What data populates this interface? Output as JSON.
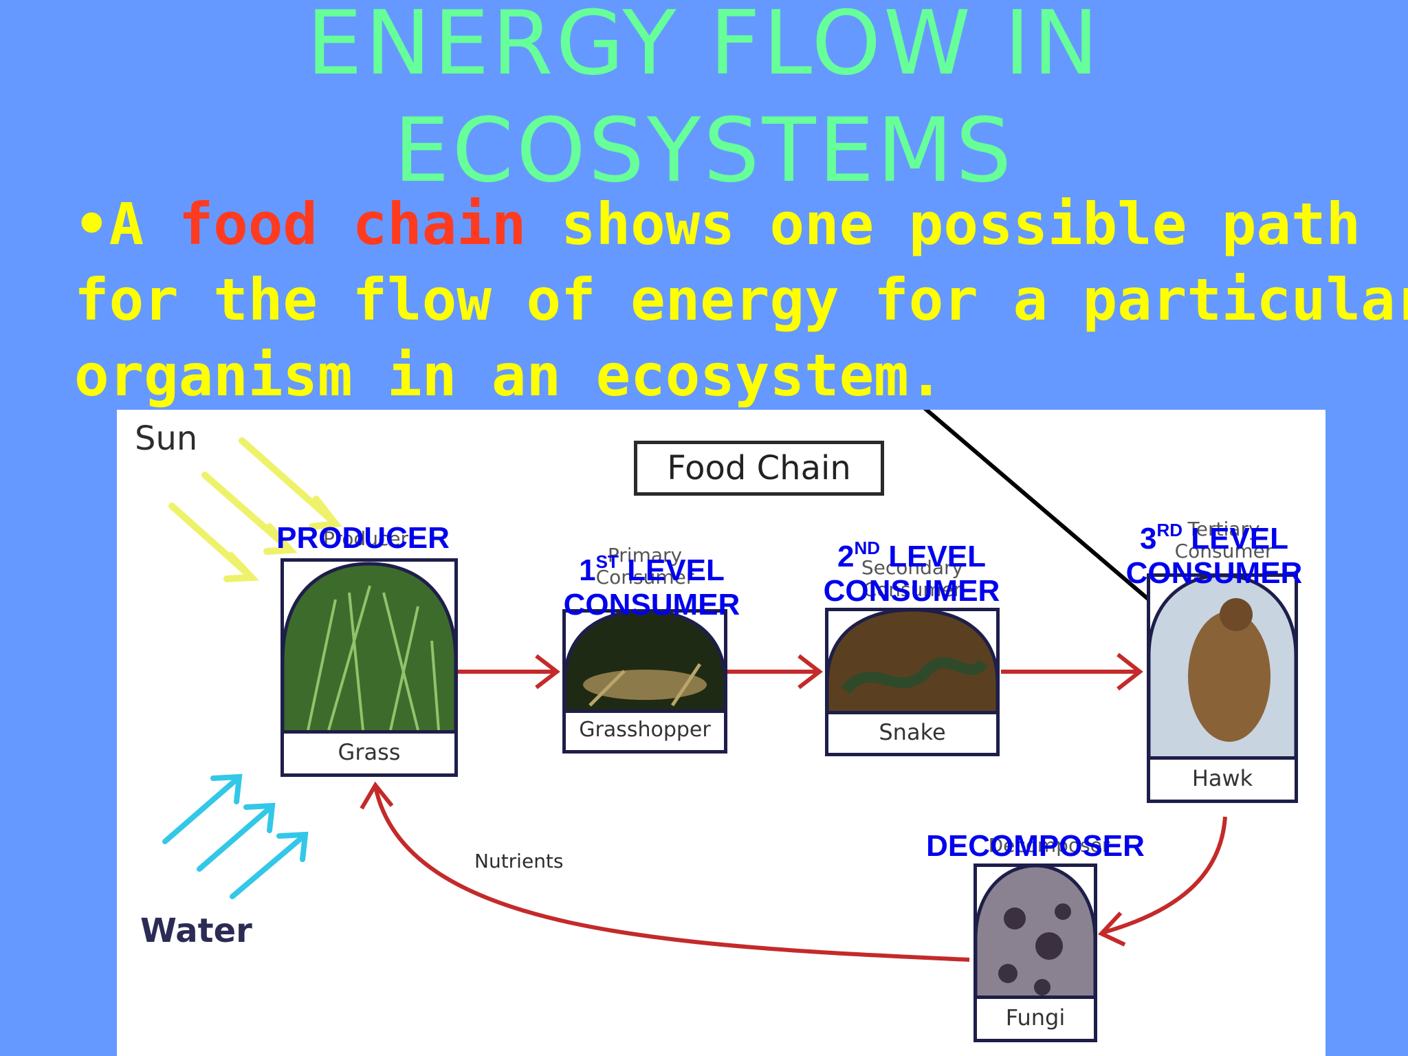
{
  "title": {
    "line1": "ENERGY FLOW IN",
    "line2": "ECOSYSTEMS"
  },
  "body": {
    "bullet": "•A ",
    "highlight": "food chain",
    "line1_rest": " shows one possible path",
    "line2": "for the flow of energy for a particular",
    "line3": "organism in an ecosystem."
  },
  "diagram": {
    "heading": "Food Chain",
    "sun_label": "Sun",
    "water_label": "Water",
    "nutrients_label": "Nutrients",
    "organisms": {
      "grass": {
        "caption": "Grass",
        "original_label": "Producer",
        "overlay": "PRODUCER"
      },
      "grasshopper": {
        "caption": "Grasshopper",
        "original_label_1": "Primary",
        "original_label_2": "Consumer",
        "overlay_num": "1",
        "overlay_sup": "ST",
        "overlay_rest": " LEVEL",
        "overlay_line2": "CONSUMER"
      },
      "snake": {
        "caption": "Snake",
        "original_label_1": "Secondary",
        "original_label_2": "Consumer",
        "overlay_num": "2",
        "overlay_sup": "ND",
        "overlay_rest": " LEVEL",
        "overlay_line2": "CONSUMER"
      },
      "hawk": {
        "caption": "Hawk",
        "original_label_1": "Tertiary",
        "original_label_2": "Consumer",
        "overlay_num": "3",
        "overlay_sup": "RD",
        "overlay_rest": " LEVEL",
        "overlay_line2": "CONSUMER"
      },
      "fungi": {
        "caption": "Fungi",
        "original_label": "Decomposer",
        "overlay": "DECOMPOSER"
      }
    }
  },
  "colors": {
    "background": "#6699ff",
    "title": "#66ff99",
    "body_text": "#ffff00",
    "highlight": "#ff3b1f",
    "overlay_labels": "#0000ee",
    "arrows": "#cc2222"
  }
}
